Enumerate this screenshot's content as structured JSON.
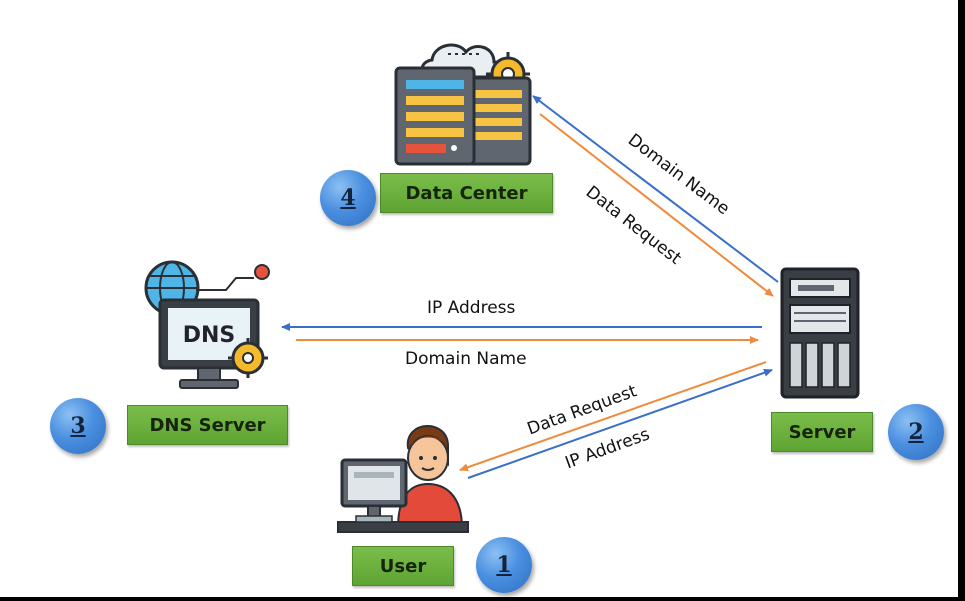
{
  "nodes": {
    "data_center": {
      "label": "Data Center",
      "number": "4"
    },
    "dns_server": {
      "label": "DNS Server",
      "number": "3"
    },
    "server": {
      "label": "Server",
      "number": "2"
    },
    "user": {
      "label": "User",
      "number": "1"
    }
  },
  "arrows": {
    "server_to_datacenter": "Domain Name",
    "datacenter_to_server": "Data Request",
    "server_to_dns": "IP Address",
    "dns_to_server": "Domain Name",
    "server_to_user": "Data Request",
    "user_to_server": "IP Address"
  },
  "icons": {
    "data_center": "data-center-icon",
    "dns_server": "dns-monitor-icon",
    "server": "server-tower-icon",
    "user": "user-at-computer-icon"
  },
  "colors": {
    "blue_arrow": "#3a6fc9",
    "orange_arrow": "#f08a3c",
    "label_green": "#6fb33f",
    "badge_blue": "#4a8fe0"
  }
}
